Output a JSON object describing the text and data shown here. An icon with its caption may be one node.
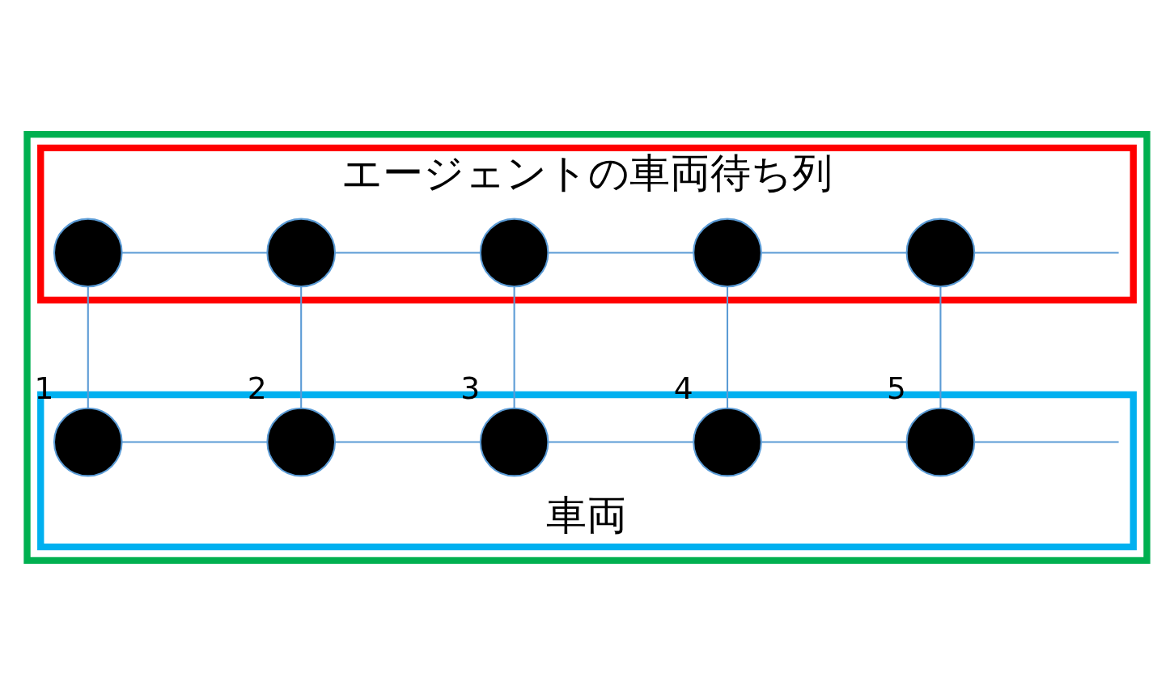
{
  "diagram": {
    "nodes": [
      {
        "text": [],
        "shape": "box"
      },
      {
        "text": [
          "エージェントの車両待ち列"
        ],
        "in": 0
      },
      {
        "text": [],
        "shape": "circle",
        "in": 1
      },
      {
        "text": [],
        "shape": "circle",
        "in": 1
      },
      {
        "text": [],
        "shape": "circle",
        "in": 1
      },
      {
        "text": [],
        "shape": "circle",
        "in": 1
      },
      {
        "text": [],
        "shape": "circle",
        "in": 1
      },
      {
        "text": [
          "車両"
        ],
        "in": 0
      },
      {
        "text": [],
        "shape": "circle",
        "in": 7,
        "beside": [
          "1"
        ]
      },
      {
        "text": [],
        "shape": "circle",
        "in": 7,
        "beside": [
          "2"
        ]
      },
      {
        "text": [],
        "shape": "circle",
        "in": 7,
        "beside": [
          "3"
        ]
      },
      {
        "text": [],
        "shape": "circle",
        "in": 7,
        "beside": [
          "4"
        ]
      },
      {
        "text": [],
        "shape": "circle",
        "in": 7,
        "beside": [
          "5"
        ]
      }
    ],
    "edges": [
      {
        "from": 2,
        "to": 3,
        "arrow": "none"
      },
      {
        "from": 3,
        "to": 4,
        "arrow": "none"
      },
      {
        "from": 4,
        "to": 5,
        "arrow": "none"
      },
      {
        "from": 5,
        "to": 6,
        "arrow": "none"
      },
      {
        "from": 6,
        "to": null,
        "arrow": "none"
      },
      {
        "from": 2,
        "to": 8,
        "arrow": "none"
      },
      {
        "from": 3,
        "to": 9,
        "arrow": "none"
      },
      {
        "from": 4,
        "to": 10,
        "arrow": "none"
      },
      {
        "from": 5,
        "to": 11,
        "arrow": "none"
      },
      {
        "from": 6,
        "to": 12,
        "arrow": "none"
      },
      {
        "from": 8,
        "to": 9,
        "arrow": "none"
      },
      {
        "from": 9,
        "to": 10,
        "arrow": "none"
      },
      {
        "from": 10,
        "to": 11,
        "arrow": "none"
      },
      {
        "from": 11,
        "to": 12,
        "arrow": "none"
      },
      {
        "from": 12,
        "to": null,
        "arrow": "none"
      }
    ]
  }
}
